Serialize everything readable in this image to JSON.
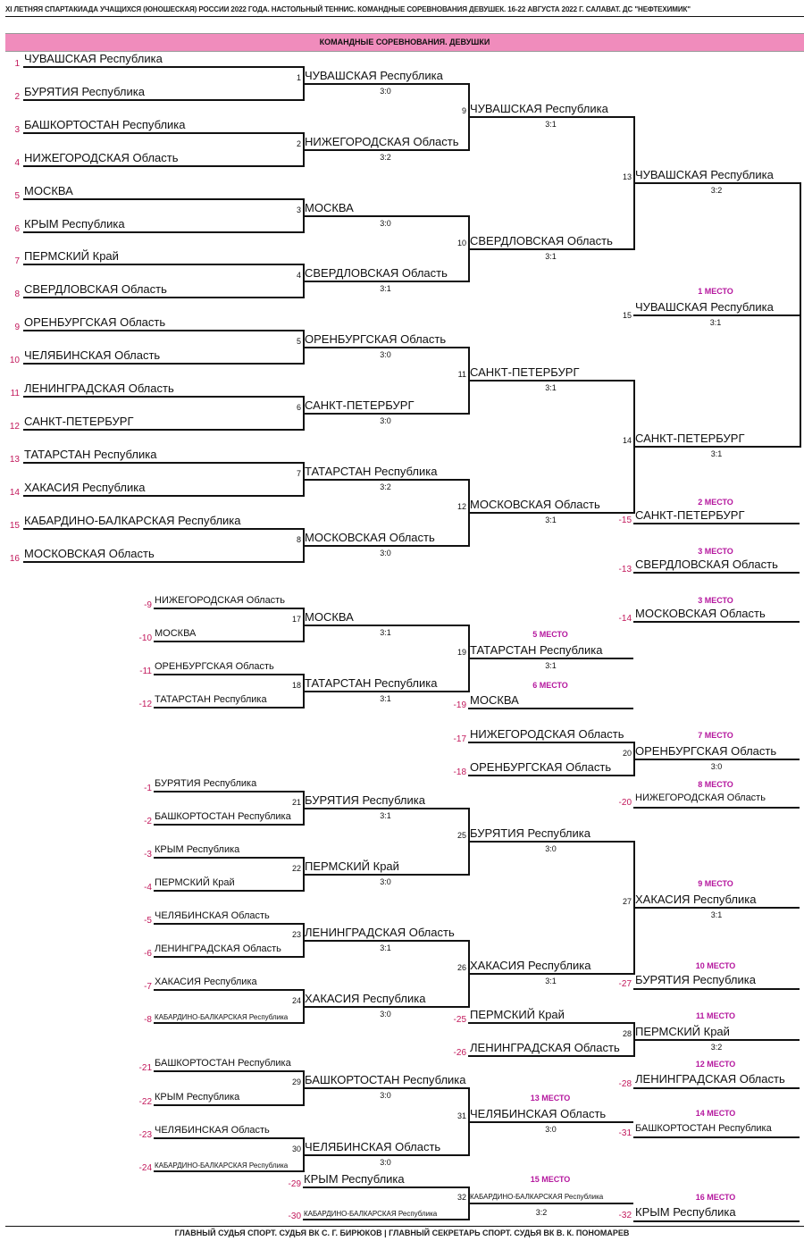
{
  "header": {
    "title": "XI ЛЕТНЯЯ СПАРТАКИАДА УЧАЩИХСЯ (ЮНОШЕСКАЯ) РОССИИ 2022 ГОДА. НАСТОЛЬНЫЙ ТЕННИС. КОМАНДНЫЕ СОРЕВНОВАНИЯ ДЕВУШЕК. 16-22 АВГУСТА 2022 Г. САЛАВАТ. ДС \"НЕФТЕХИМИК\"",
    "band": "КОМАНДНЫЕ СОРЕВНОВАНИЯ. ДЕВУШКИ",
    "band_color": "#f08cbc"
  },
  "colors": {
    "seed": "#c2185b",
    "place": "#b5179e",
    "line": "#111111"
  },
  "seeds": [
    {
      "seed": "1",
      "team": "ЧУВАШСКАЯ Республика"
    },
    {
      "seed": "2",
      "team": "БУРЯТИЯ Республика"
    },
    {
      "seed": "3",
      "team": "БАШКОРТОСТАН Республика"
    },
    {
      "seed": "4",
      "team": "НИЖЕГОРОДСКАЯ Область"
    },
    {
      "seed": "5",
      "team": "МОСКВА"
    },
    {
      "seed": "6",
      "team": "КРЫМ Республика"
    },
    {
      "seed": "7",
      "team": "ПЕРМСКИЙ Край"
    },
    {
      "seed": "8",
      "team": "СВЕРДЛОВСКАЯ Область"
    },
    {
      "seed": "9",
      "team": "ОРЕНБУРГСКАЯ Область"
    },
    {
      "seed": "10",
      "team": "ЧЕЛЯБИНСКАЯ Область"
    },
    {
      "seed": "11",
      "team": "ЛЕНИНГРАДСКАЯ Область"
    },
    {
      "seed": "12",
      "team": "САНКТ-ПЕТЕРБУРГ"
    },
    {
      "seed": "13",
      "team": "ТАТАРСТАН Республика"
    },
    {
      "seed": "14",
      "team": "ХАКАСИЯ Республика"
    },
    {
      "seed": "15",
      "team": "КАБАРДИНО-БАЛКАРСКАЯ Республика"
    },
    {
      "seed": "16",
      "team": "МОСКОВСКАЯ Область"
    }
  ],
  "r1": [
    {
      "match": "1",
      "winner": "ЧУВАШСКАЯ Республика",
      "score": "3:0"
    },
    {
      "match": "2",
      "winner": "НИЖЕГОРОДСКАЯ Область",
      "score": "3:2"
    },
    {
      "match": "3",
      "winner": "МОСКВА",
      "score": "3:0"
    },
    {
      "match": "4",
      "winner": "СВЕРДЛОВСКАЯ Область",
      "score": "3:1"
    },
    {
      "match": "5",
      "winner": "ОРЕНБУРГСКАЯ Область",
      "score": "3:0"
    },
    {
      "match": "6",
      "winner": "САНКТ-ПЕТЕРБУРГ",
      "score": "3:0"
    },
    {
      "match": "7",
      "winner": "ТАТАРСТАН Республика",
      "score": "3:2"
    },
    {
      "match": "8",
      "winner": "МОСКОВСКАЯ Область",
      "score": "3:0"
    }
  ],
  "r2": [
    {
      "match": "9",
      "winner": "ЧУВАШСКАЯ Республика",
      "score": "3:1"
    },
    {
      "match": "10",
      "winner": "СВЕРДЛОВСКАЯ Область",
      "score": "3:1"
    },
    {
      "match": "11",
      "winner": "САНКТ-ПЕТЕРБУРГ",
      "score": "3:1"
    },
    {
      "match": "12",
      "winner": "МОСКОВСКАЯ Область",
      "score": "3:1"
    }
  ],
  "r3": [
    {
      "match": "13",
      "winner": "ЧУВАШСКАЯ Республика",
      "score": "3:2"
    },
    {
      "match": "14",
      "winner": "САНКТ-ПЕТЕРБУРГ",
      "score": "3:1"
    }
  ],
  "final": {
    "match": "15",
    "winner": "ЧУВАШСКАЯ Республика",
    "score": "3:1",
    "place": "1 МЕСТО"
  },
  "top_places": [
    {
      "place": "2 МЕСТО",
      "ref": "-15",
      "team": "САНКТ-ПЕТЕРБУРГ"
    },
    {
      "place": "3 МЕСТО",
      "ref": "-13",
      "team": "СВЕРДЛОВСКАЯ Область"
    },
    {
      "place": "3 МЕСТО",
      "ref": "-14",
      "team": "МОСКОВСКАЯ Область"
    }
  ],
  "b58": {
    "entries": [
      {
        "ref": "-9",
        "team": "НИЖЕГОРОДСКАЯ Область"
      },
      {
        "ref": "-10",
        "team": "МОСКВА"
      },
      {
        "ref": "-11",
        "team": "ОРЕНБУРГСКАЯ Область"
      },
      {
        "ref": "-12",
        "team": "ТАТАРСТАН Республика"
      }
    ],
    "semis": [
      {
        "match": "17",
        "winner": "МОСКВА",
        "score": "3:1"
      },
      {
        "match": "18",
        "winner": "ТАТАРСТАН Республика",
        "score": "3:1"
      }
    ],
    "final": {
      "match": "19",
      "winner": "ТАТАРСТАН Республика",
      "score": "3:1",
      "place": "5 МЕСТО"
    },
    "loser": {
      "ref": "-19",
      "team": "МОСКВА",
      "place": "6 МЕСТО"
    }
  },
  "b78": {
    "entries": [
      {
        "ref": "-17",
        "team": "НИЖЕГОРОДСКАЯ Область"
      },
      {
        "ref": "-18",
        "team": "ОРЕНБУРГСКАЯ Область"
      }
    ],
    "final": {
      "match": "20",
      "winner": "ОРЕНБУРГСКАЯ Область",
      "score": "3:0",
      "place": "7 МЕСТО"
    },
    "loser": {
      "ref": "-20",
      "team": "НИЖЕГОРОДСКАЯ Область",
      "place": "8 МЕСТО"
    }
  },
  "b916": {
    "entries": [
      {
        "ref": "-1",
        "team": "БУРЯТИЯ Республика"
      },
      {
        "ref": "-2",
        "team": "БАШКОРТОСТАН Республика"
      },
      {
        "ref": "-3",
        "team": "КРЫМ Республика"
      },
      {
        "ref": "-4",
        "team": "ПЕРМСКИЙ Край"
      },
      {
        "ref": "-5",
        "team": "ЧЕЛЯБИНСКАЯ Область"
      },
      {
        "ref": "-6",
        "team": "ЛЕНИНГРАДСКАЯ Область"
      },
      {
        "ref": "-7",
        "team": "ХАКАСИЯ Республика"
      },
      {
        "ref": "-8",
        "team": "КАБАРДИНО-БАЛКАРСКАЯ Республика"
      }
    ],
    "r1": [
      {
        "match": "21",
        "winner": "БУРЯТИЯ Республика",
        "score": "3:1"
      },
      {
        "match": "22",
        "winner": "ПЕРМСКИЙ Край",
        "score": "3:0"
      },
      {
        "match": "23",
        "winner": "ЛЕНИНГРАДСКАЯ Область",
        "score": "3:1"
      },
      {
        "match": "24",
        "winner": "ХАКАСИЯ Республика",
        "score": "3:0"
      }
    ],
    "r2": [
      {
        "match": "25",
        "winner": "БУРЯТИЯ Республика",
        "score": "3:0"
      },
      {
        "match": "26",
        "winner": "ХАКАСИЯ Республика",
        "score": "3:1"
      }
    ],
    "final": {
      "match": "27",
      "winner": "ХАКАСИЯ Республика",
      "score": "3:1",
      "place": "9 МЕСТО"
    },
    "loser": {
      "ref": "-27",
      "team": "БУРЯТИЯ Республика",
      "place": "10 МЕСТО"
    },
    "b1112": {
      "entries": [
        {
          "ref": "-25",
          "team": "ПЕРМСКИЙ Край"
        },
        {
          "ref": "-26",
          "team": "ЛЕНИНГРАДСКАЯ Область"
        }
      ],
      "final": {
        "match": "28",
        "winner": "ПЕРМСКИЙ Край",
        "score": "3:2",
        "place": "11 МЕСТО"
      },
      "loser": {
        "ref": "-28",
        "team": "ЛЕНИНГРАДСКАЯ Область",
        "place": "12 МЕСТО"
      }
    },
    "b1316": {
      "entries": [
        {
          "ref": "-21",
          "team": "БАШКОРТОСТАН Республика"
        },
        {
          "ref": "-22",
          "team": "КРЫМ Республика"
        },
        {
          "ref": "-23",
          "team": "ЧЕЛЯБИНСКАЯ Область"
        },
        {
          "ref": "-24",
          "team": "КАБАРДИНО-БАЛКАРСКАЯ Республика"
        }
      ],
      "semis": [
        {
          "match": "29",
          "winner": "БАШКОРТОСТАН Республика",
          "score": "3:0"
        },
        {
          "match": "30",
          "winner": "ЧЕЛЯБИНСКАЯ Область",
          "score": "3:0"
        }
      ],
      "final": {
        "match": "31",
        "winner": "ЧЕЛЯБИНСКАЯ Область",
        "score": "3:0",
        "place": "13 МЕСТО"
      },
      "loser": {
        "ref": "-31",
        "team": "БАШКОРТОСТАН Республика",
        "place": "14 МЕСТО"
      },
      "b1516": {
        "entries": [
          {
            "ref": "-29",
            "team": "КРЫМ Республика"
          },
          {
            "ref": "-30",
            "team": "КАБАРДИНО-БАЛКАРСКАЯ Республика"
          }
        ],
        "final": {
          "match": "32",
          "winner": "КАБАРДИНО-БАЛКАРСКАЯ Республика",
          "score": "3:2",
          "place": "15 МЕСТО"
        },
        "loser": {
          "ref": "-32",
          "team": "КРЫМ Республика",
          "place": "16 МЕСТО"
        }
      }
    }
  },
  "footer": "ГЛАВНЫЙ СУДЬЯ СПОРТ. СУДЬЯ ВК С. Г. БИРЮКОВ   |   ГЛАВНЫЙ СЕКРЕТАРЬ СПОРТ. СУДЬЯ ВК В. К. ПОНОМАРЕВ"
}
